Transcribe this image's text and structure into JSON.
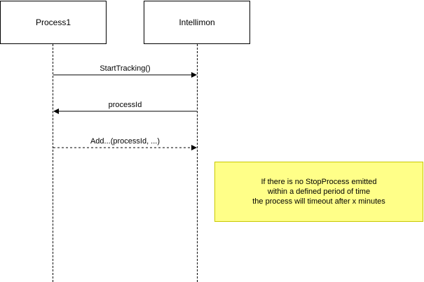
{
  "participants": [
    {
      "name": "Process1"
    },
    {
      "name": "Intellimon"
    }
  ],
  "messages": [
    {
      "label": "StartTracking()",
      "from": "Process1",
      "to": "Intellimon",
      "style": "solid"
    },
    {
      "label": "processId",
      "from": "Intellimon",
      "to": "Process1",
      "style": "solid"
    },
    {
      "label": "Add...(processId, ...)",
      "from": "Process1",
      "to": "Intellimon",
      "style": "dashed"
    }
  ],
  "note": {
    "lines": [
      "If there is no StopProcess emitted",
      "within a defined period of time",
      "the process will timeout after x minutes"
    ],
    "fill_color": "#ffff88",
    "border_color": "#c9c900"
  }
}
